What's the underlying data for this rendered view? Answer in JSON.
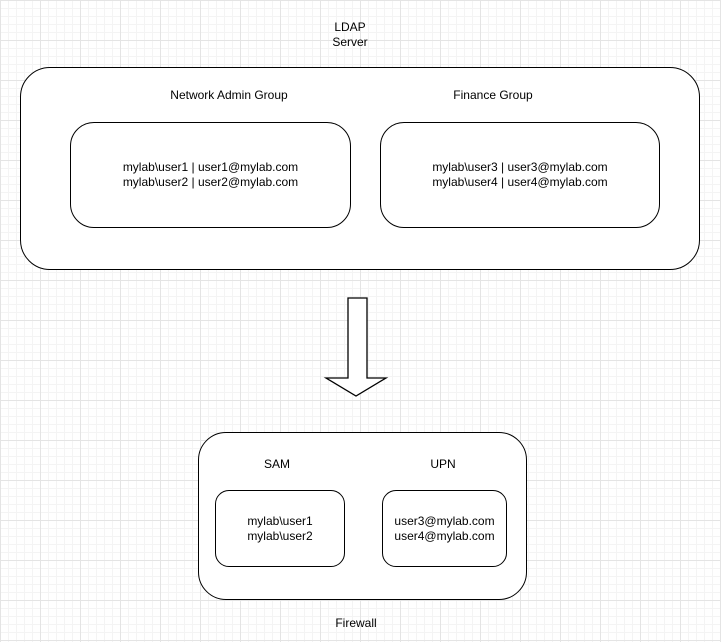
{
  "ldap": {
    "title": "LDAP\nServer",
    "groups": [
      {
        "label": "Network Admin Group",
        "users": "mylab\\user1 | user1@mylab.com\nmylab\\user2 | user2@mylab.com"
      },
      {
        "label": "Finance Group",
        "users": "mylab\\user3 | user3@mylab.com\nmylab\\user4 | user4@mylab.com"
      }
    ]
  },
  "arrow": {
    "name": "down-arrow",
    "direction": "down"
  },
  "firewall": {
    "title": "Firewall",
    "sections": [
      {
        "label": "SAM",
        "entries": "mylab\\user1\nmylab\\user2"
      },
      {
        "label": "UPN",
        "entries": "user3@mylab.com\nuser4@mylab.com"
      }
    ]
  },
  "colors": {
    "stroke": "#000000",
    "shape_fill": "#ffffff",
    "grid_minor": "#f4f4f4",
    "grid_major": "#e4e4e4",
    "text": "#000000"
  }
}
